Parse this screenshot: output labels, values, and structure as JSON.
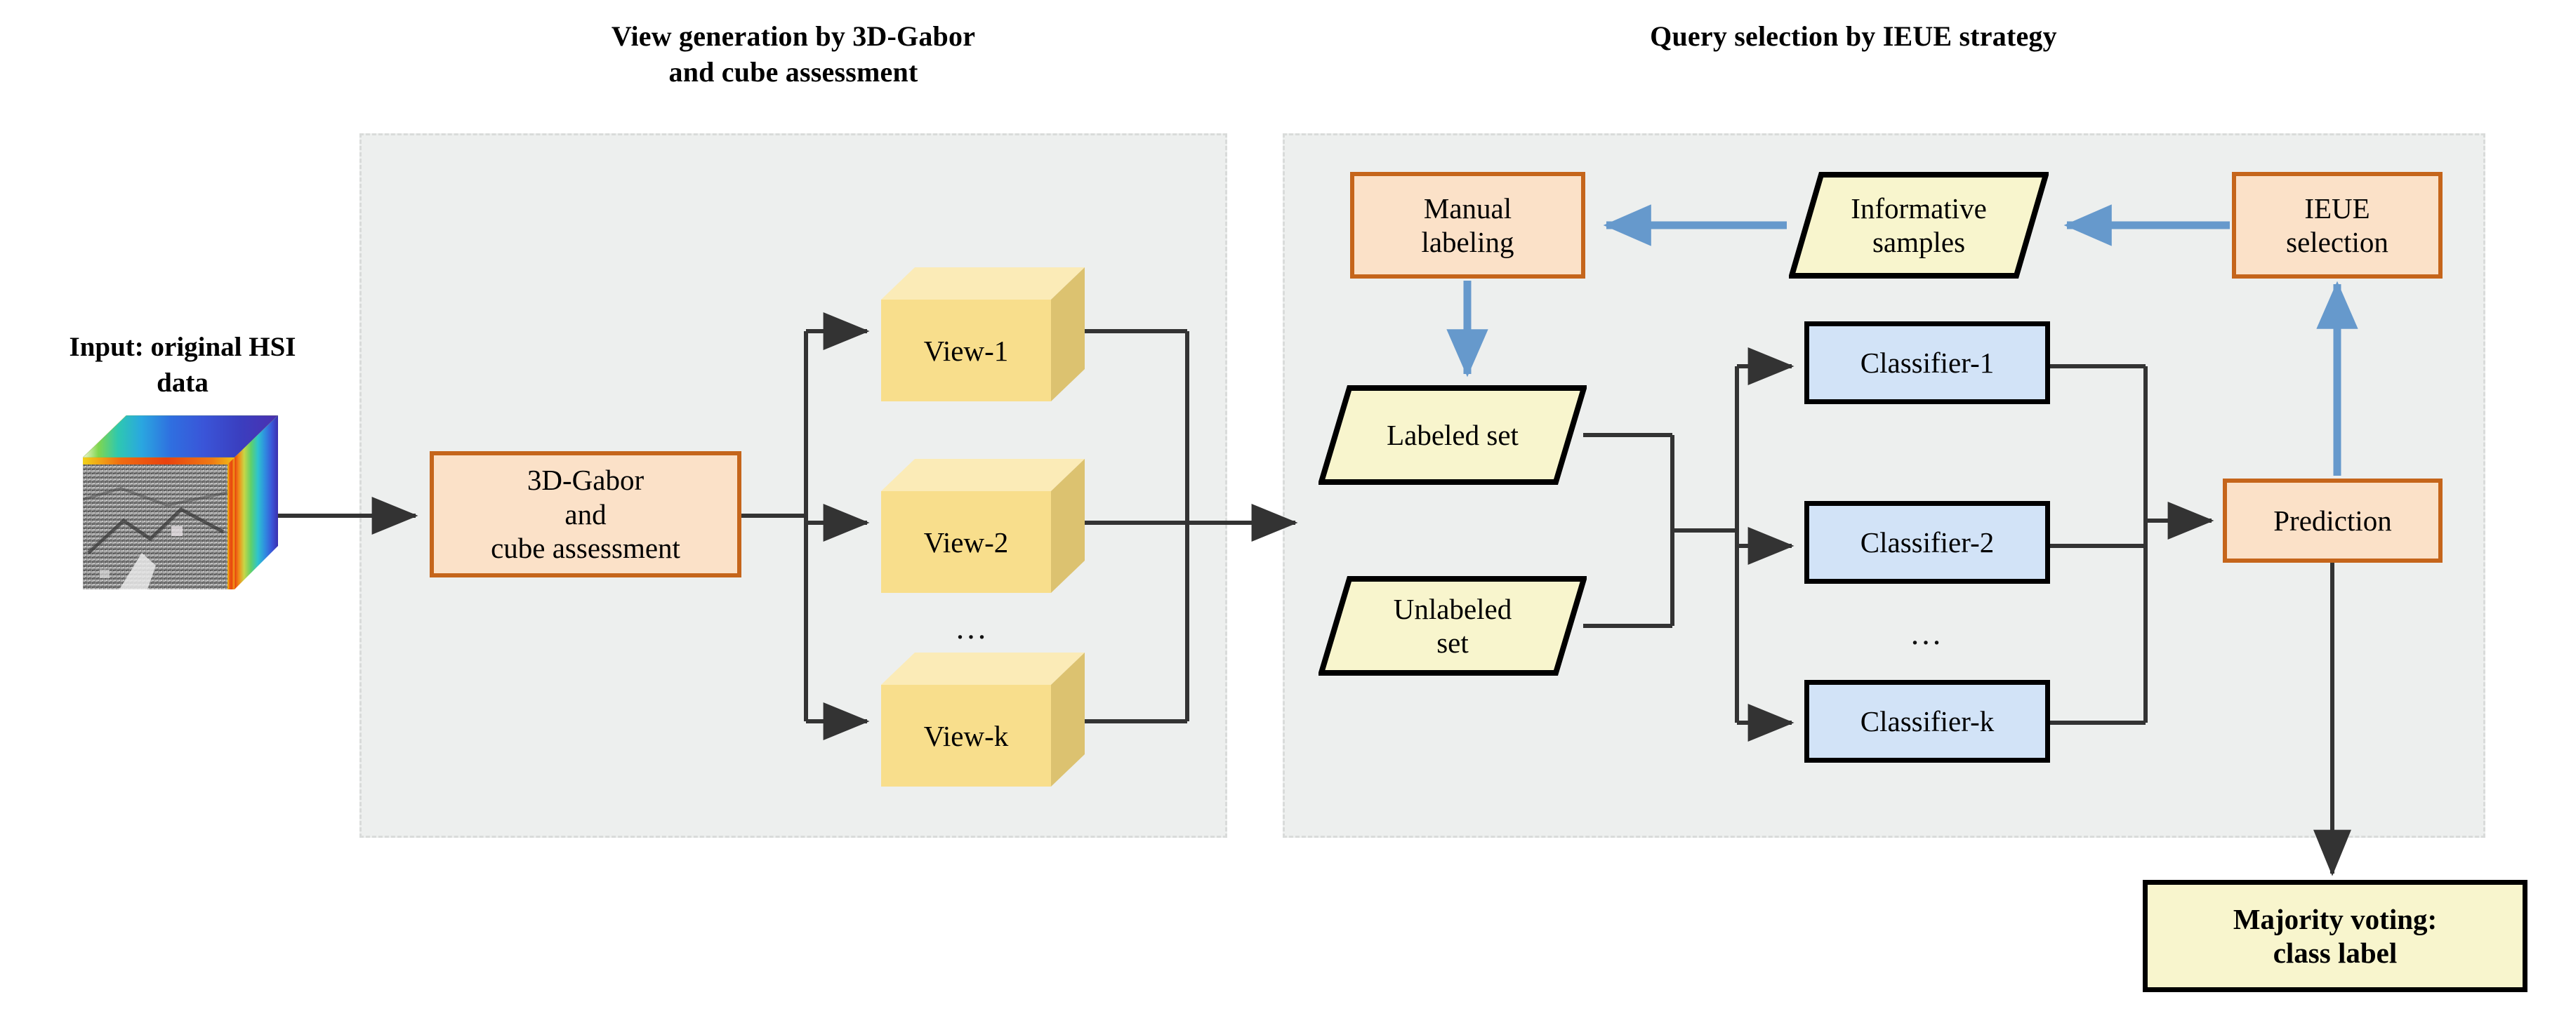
{
  "titles": {
    "left_panel": "View generation by 3D-Gabor\nand cube assessment",
    "left_panel_line1": "View generation by 3D-Gabor",
    "left_panel_line2": "and cube assessment",
    "right_panel": "Query selection by IEUE strategy"
  },
  "input": {
    "label_line1": "Input: original HSI",
    "label_line2": "data",
    "image_alt": "hsi-cube-thumbnail"
  },
  "left_stage": {
    "process": {
      "line1": "3D-Gabor",
      "line2": "and",
      "line3": "cube assessment"
    },
    "views": [
      {
        "label": "View-1"
      },
      {
        "label": "View-2"
      },
      {
        "label": "View-k"
      }
    ],
    "ellipsis": "..."
  },
  "right_stage": {
    "manual_labeling": {
      "line1": "Manual",
      "line2": "labeling"
    },
    "informative_samples": {
      "line1": "Informative",
      "line2": "samples"
    },
    "ieue_selection": {
      "line1": "IEUE",
      "line2": "selection"
    },
    "labeled_set": {
      "line1": "Labeled set"
    },
    "unlabeled_set": {
      "line1": "Unlabeled",
      "line2": "set"
    },
    "classifiers": [
      {
        "label": "Classifier-1"
      },
      {
        "label": "Classifier-2"
      },
      {
        "label": "Classifier-k"
      }
    ],
    "ellipsis": "...",
    "prediction": {
      "label": "Prediction"
    }
  },
  "output": {
    "majority_voting": {
      "line1": "Majority voting:",
      "line2": "class label"
    }
  },
  "colors": {
    "panel_fill": "#EDEFEE",
    "panel_dash": "#D9DBDA",
    "orange_fill": "#FBE1C8",
    "orange_stroke": "#C5651B",
    "blue_fill": "#D2E3F7",
    "yellow_fill": "#F8F5CD",
    "cube_front": "#F8DE8C",
    "cube_top": "#FBEBB7",
    "cube_side": "#D9C069",
    "arrow_black": "#333333",
    "arrow_blue": "#6699CC",
    "text": "#000000"
  }
}
